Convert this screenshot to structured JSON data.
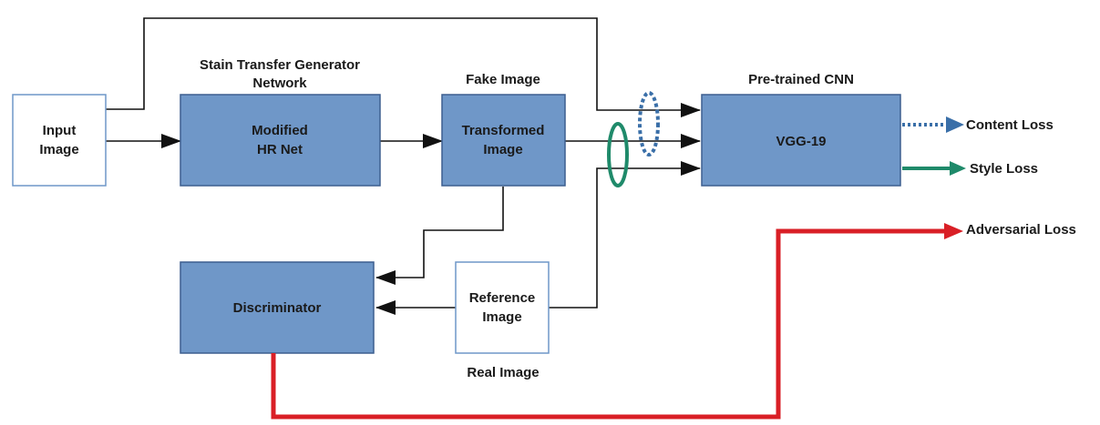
{
  "boxes": {
    "input": [
      "Input",
      "Image"
    ],
    "generator": [
      "Modified",
      "HR Net"
    ],
    "transformed": [
      "Transformed",
      "Image"
    ],
    "vgg": [
      "VGG-19"
    ],
    "discriminator": [
      "Discriminator"
    ],
    "reference": [
      "Reference",
      "Image"
    ]
  },
  "labels": {
    "generator_title": [
      "Stain Transfer Generator",
      "Network"
    ],
    "fake_image": "Fake Image",
    "pretrained_cnn": "Pre-trained CNN",
    "real_image": "Real Image"
  },
  "outputs": {
    "content_loss": "Content Loss",
    "style_loss": "Style Loss",
    "adversarial_loss": "Adversarial Loss"
  },
  "colors": {
    "box_fill": "#6f97c8",
    "content_loss": "#3a6fa8",
    "style_loss": "#1f8a6a",
    "adversarial_loss": "#d91f26"
  }
}
